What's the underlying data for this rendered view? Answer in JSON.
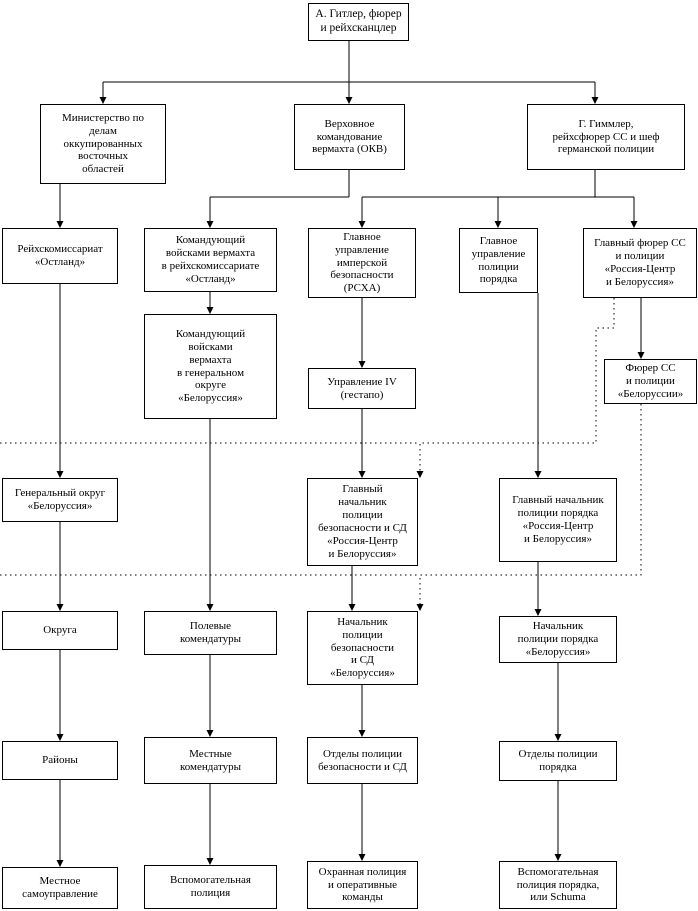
{
  "diagram": {
    "type": "organizational-hierarchy-chart",
    "language": "ru",
    "background_color": "#ffffff",
    "line_color": "#000000",
    "box_fill": "#ffffff",
    "nodes": [
      {
        "id": "hitler",
        "label": "А. Гитлер, фюрер\nи рейхсканцлер"
      },
      {
        "id": "ostministerium",
        "label": "Министерство по\nделам\nоккупированных\nвосточных\nобластей"
      },
      {
        "id": "okw",
        "label": "Верховное\nкомандование\nвермахта (ОКВ)"
      },
      {
        "id": "himmler",
        "label": "Г. Гиммлер,\nрейхсфюрер СС и шеф\nгерманской полиции"
      },
      {
        "id": "rk_ostland",
        "label": "Рейхскомиссариат\n«Остланд»"
      },
      {
        "id": "cmd_ostland",
        "label": "Командующий\nвойсками вермахта\nв рейхскомиссариате\n«Остланд»"
      },
      {
        "id": "rsha",
        "label": "Главное\nуправление\nимперской\nбезопасности\n(РСХА)"
      },
      {
        "id": "orpo_main",
        "label": "Главное\nуправление\nполиции\nпорядка"
      },
      {
        "id": "hsspf",
        "label": "Главный фюрер СС\nи полиции\n«Россия-Центр\nи Белоруссия»"
      },
      {
        "id": "cmd_belorussia",
        "label": "Командующий\nвойсками\nвермахта\nв генеральном\nокруге\n«Белоруссия»"
      },
      {
        "id": "amt_iv",
        "label": "Управление IV\n(гестапо)"
      },
      {
        "id": "sspf_belorussia",
        "label": "Фюрер СС\nи полиции\n«Белоруссии»"
      },
      {
        "id": "gen_okrug",
        "label": "Генеральный округ\n«Белоруссия»"
      },
      {
        "id": "bds_russland",
        "label": "Главный\nначальник\nполиции\nбезопасности и СД\n«Россия-Центр\nи Белоруссия»"
      },
      {
        "id": "bdo_russland",
        "label": "Главный начальник\nполиции порядка\n«Россия-Центр\nи Белоруссия»"
      },
      {
        "id": "okruga",
        "label": "Округа"
      },
      {
        "id": "feldkomendatury",
        "label": "Полевые\nкомендатуры"
      },
      {
        "id": "kds_belorussia",
        "label": "Начальник\nполиции\nбезопасности\nи СД\n«Белоруссия»"
      },
      {
        "id": "kdo_belorussia",
        "label": "Начальник\nполиции порядка\n«Белоруссия»"
      },
      {
        "id": "rayony",
        "label": "Районы"
      },
      {
        "id": "ortskomendatury",
        "label": "Местные\nкомендатуры"
      },
      {
        "id": "otdely_sipo",
        "label": "Отделы полиции\nбезопасности и СД"
      },
      {
        "id": "otdely_orpo",
        "label": "Отделы полиции\nпорядка"
      },
      {
        "id": "samoupravlenie",
        "label": "Местное\nсамоуправление"
      },
      {
        "id": "vsp_policia",
        "label": "Вспомогательная\nполиция"
      },
      {
        "id": "schutzpolizei",
        "label": "Охранная полиция\nи оперативные\nкоманды"
      },
      {
        "id": "schuma",
        "label": "Вспомогательная\nполиция порядка,\nили Schuma"
      }
    ],
    "edges": [
      {
        "from": "hitler",
        "to": "ostministerium",
        "style": "solid"
      },
      {
        "from": "hitler",
        "to": "okw",
        "style": "solid"
      },
      {
        "from": "hitler",
        "to": "himmler",
        "style": "solid"
      },
      {
        "from": "ostministerium",
        "to": "rk_ostland",
        "style": "solid"
      },
      {
        "from": "okw",
        "to": "cmd_ostland",
        "style": "solid"
      },
      {
        "from": "himmler",
        "to": "rsha",
        "style": "solid"
      },
      {
        "from": "himmler",
        "to": "orpo_main",
        "style": "solid"
      },
      {
        "from": "himmler",
        "to": "hsspf",
        "style": "solid"
      },
      {
        "from": "cmd_ostland",
        "to": "cmd_belorussia",
        "style": "solid"
      },
      {
        "from": "rsha",
        "to": "amt_iv",
        "style": "solid"
      },
      {
        "from": "hsspf",
        "to": "sspf_belorussia",
        "style": "solid"
      },
      {
        "from": "hsspf",
        "to": "bdo_russland",
        "style": "dotted"
      },
      {
        "from": "rk_ostland",
        "to": "gen_okrug",
        "style": "solid"
      },
      {
        "from": "amt_iv",
        "to": "bds_russland",
        "style": "solid"
      },
      {
        "from": "orpo_main",
        "to": "bdo_russland",
        "style": "solid"
      },
      {
        "from": "sspf_belorussia",
        "to": "kdo_belorussia",
        "style": "dotted"
      },
      {
        "from": "gen_okrug",
        "to": "okruga",
        "style": "solid"
      },
      {
        "from": "cmd_belorussia",
        "to": "feldkomendatury",
        "style": "solid"
      },
      {
        "from": "bds_russland",
        "to": "kds_belorussia",
        "style": "solid"
      },
      {
        "from": "bds_russland",
        "to": "kdo_belorussia",
        "style": "dotted"
      },
      {
        "from": "bdo_russland",
        "to": "kdo_belorussia",
        "style": "solid"
      },
      {
        "from": "okruga",
        "to": "rayony",
        "style": "solid"
      },
      {
        "from": "feldkomendatury",
        "to": "ortskomendatury",
        "style": "solid"
      },
      {
        "from": "kds_belorussia",
        "to": "otdely_sipo",
        "style": "solid"
      },
      {
        "from": "kdo_belorussia",
        "to": "otdely_orpo",
        "style": "solid"
      },
      {
        "from": "rayony",
        "to": "samoupravlenie",
        "style": "solid"
      },
      {
        "from": "ortskomendatury",
        "to": "vsp_policia",
        "style": "solid"
      },
      {
        "from": "otdely_sipo",
        "to": "schutzpolizei",
        "style": "solid"
      },
      {
        "from": "otdely_orpo",
        "to": "schuma",
        "style": "solid"
      }
    ]
  }
}
